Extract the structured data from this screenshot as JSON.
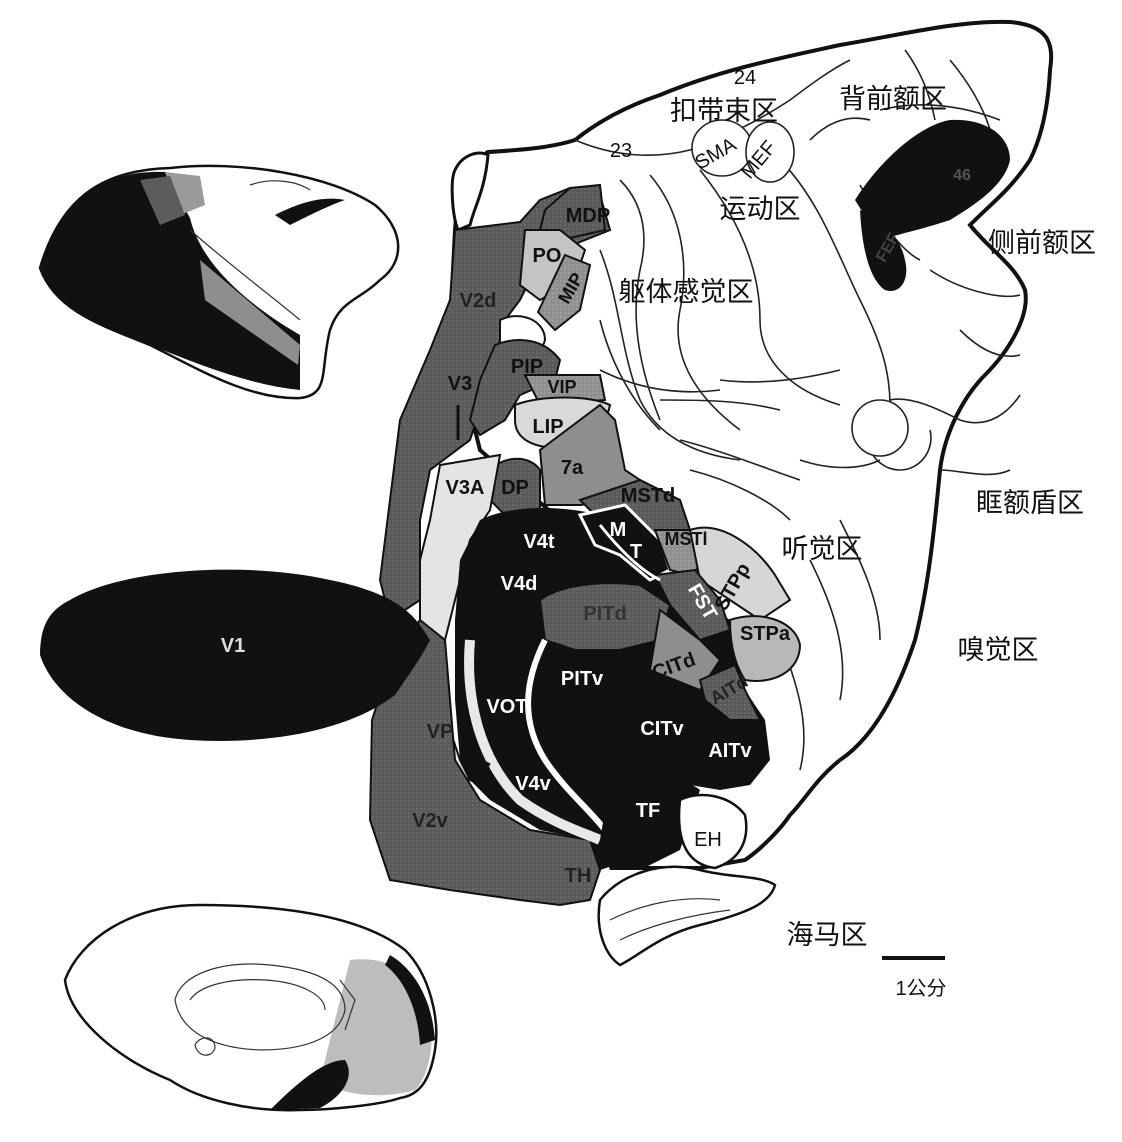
{
  "colors": {
    "black": "#0d0d0d",
    "dark_gray": "#5c5c5c",
    "mid_gray": "#8e8e8e",
    "light_gray": "#c4c4c4",
    "white": "#ffffff"
  },
  "region_labels": {
    "cingulate": "扣带束区",
    "dorsal_prefrontal": "背前额区",
    "lateral_prefrontal": "侧前额区",
    "motor": "运动区",
    "somatosensory": "躯体感觉区",
    "orbitofrontal": "眶额盾区",
    "auditory": "听觉区",
    "olfactory": "嗅觉区",
    "hippocampal": "海马区"
  },
  "area_labels": {
    "a24": "24",
    "a23": "23",
    "sma": "SMA",
    "mef": "MEF",
    "mdp": "MDP",
    "po": "PO",
    "mip": "MIP",
    "v2d": "V2d",
    "pip": "PIP",
    "v3": "V3",
    "vip": "VIP",
    "lip": "LIP",
    "a7a": "7a",
    "v3a": "V3A",
    "dp": "DP",
    "mstd": "MSTd",
    "m": "M",
    "t": "T",
    "mstl": "MSTl",
    "stpp": "STPp",
    "v4t": "V4t",
    "v4d": "V4d",
    "fst": "FST",
    "pitd": "PITd",
    "stpa": "STPa",
    "v1": "V1",
    "citd": "CITd",
    "aitd": "AITd",
    "pitv": "PITv",
    "vot": "VOT",
    "citv": "CITv",
    "aitv": "AITv",
    "vp": "VP",
    "v4v": "V4v",
    "tf": "TF",
    "v2v": "V2v",
    "eh": "EH",
    "th": "TH",
    "fef": "FEF",
    "a46": "46"
  },
  "scale_bar": {
    "label": "1公分",
    "length_cm": 1
  }
}
